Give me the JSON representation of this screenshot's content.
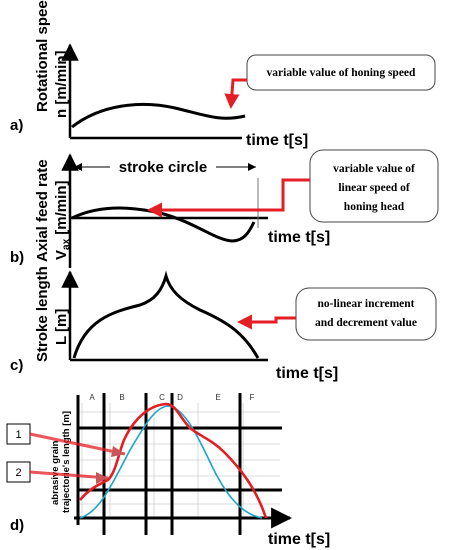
{
  "panels": {
    "a": {
      "letter": "a)",
      "ylabel_line1": "Rotational speed",
      "ylabel_line2": "n [m/min]",
      "xlabel": "time t[s]",
      "callout": "variable value of honing speed"
    },
    "b": {
      "letter": "b)",
      "ylabel_line1": "Axial feed rate",
      "ylabel_line2_main": "V",
      "ylabel_line2_sub": "ax",
      "ylabel_line2_unit": " [m/min]",
      "xlabel": "time t[s]",
      "stroke_label": "stroke circle",
      "callout_lines": [
        "variable value of",
        "linear speed of",
        "honing head"
      ]
    },
    "c": {
      "letter": "c)",
      "ylabel_line1": "Stroke length",
      "ylabel_line2": "L [m]",
      "xlabel": "time t[s]",
      "callout_lines": [
        "no-linear increment",
        "and decrement value"
      ]
    },
    "d": {
      "letter": "d)",
      "ylabel_line1": "abrasive grain",
      "ylabel_line2": "trajectorie's length [m]",
      "xlabel": "time t[s]",
      "zones": [
        "A",
        "B",
        "C",
        "D",
        "E",
        "F"
      ],
      "markers": [
        "1",
        "2"
      ]
    }
  },
  "colors": {
    "accent": "#e31e24",
    "curve": "#000000",
    "blue_curve": "#1aa6c9",
    "grid": "#cfcfcf"
  }
}
